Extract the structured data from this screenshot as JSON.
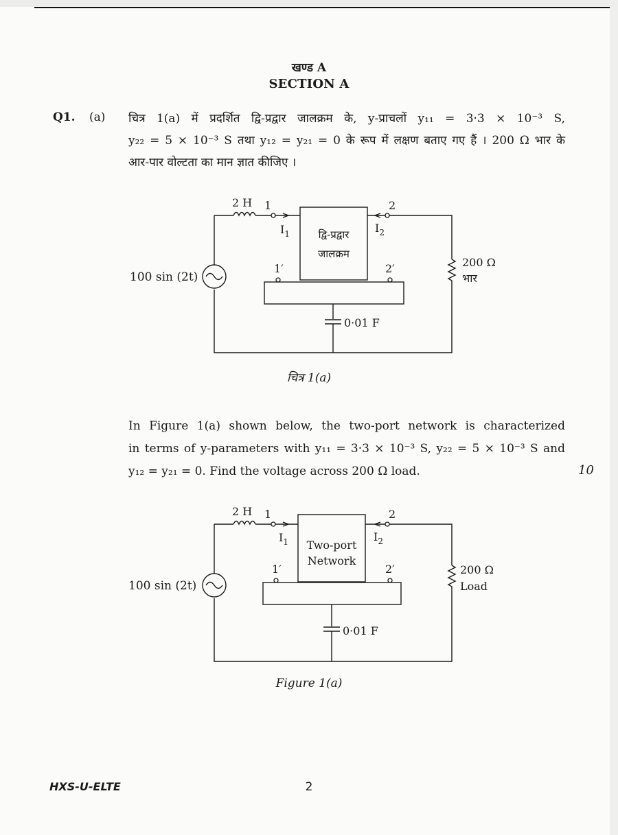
{
  "header": {
    "section_hindi": "खण्ड A",
    "section_english": "SECTION A"
  },
  "question": {
    "number": "Q1.",
    "part": "(a)",
    "hindi_lines": [
      "चित्र 1(a) में प्रदर्शित द्वि-प्रद्वार जालक्रम के, y-प्राचलों y₁₁ = 3·3 × 10⁻³ S,",
      "y₂₂ = 5 × 10⁻³ S तथा y₁₂ = y₂₁ = 0 के रूप में लक्षण बताए गए हैं । 200 Ω भार के",
      "आर-पार वोल्टता का मान ज्ञात कीजिए ।"
    ],
    "english_lines": [
      "In Figure 1(a) shown below, the two-port network is characterized",
      "in terms of y-parameters with y₁₁ = 3·3 × 10⁻³ S, y₂₂ = 5 × 10⁻³ S and",
      "y₁₂ = y₂₁ = 0. Find the voltage across 200 Ω load."
    ],
    "marks": "10"
  },
  "figure_hindi": {
    "caption": "चित्र 1(a)",
    "inductor_label": "2 H",
    "source_label": "100 sin (2t)",
    "capacitor_label": "0·01 F",
    "resistor_label": "200 Ω",
    "resistor_sublabel": "भार",
    "network_line1": "द्वि-प्रद्वार",
    "network_line2": "जालक्रम",
    "port1": "1",
    "port2": "2",
    "port1p": "1′",
    "port2p": "2′",
    "current1": "I",
    "current1_sub": "1",
    "current2": "I",
    "current2_sub": "2"
  },
  "figure_english": {
    "caption": "Figure 1(a)",
    "inductor_label": "2 H",
    "source_label": "100 sin (2t)",
    "capacitor_label": "0·01 F",
    "resistor_label": "200 Ω",
    "resistor_sublabel": "Load",
    "network_line1": "Two-port",
    "network_line2": "Network",
    "port1": "1",
    "port2": "2",
    "port1p": "1′",
    "port2p": "2′",
    "current1": "I",
    "current1_sub": "1",
    "current2": "I",
    "current2_sub": "2"
  },
  "footer": {
    "paper_code": "HXS-U-ELTE",
    "page_number": "2"
  }
}
